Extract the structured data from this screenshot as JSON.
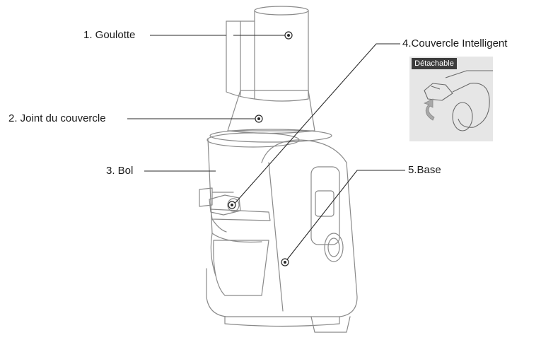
{
  "labels": {
    "goulotte": "1. Goulotte",
    "joint": "2. Joint du couvercle",
    "bol": "3. Bol",
    "couvercle": "4.Couvercle Intelligent",
    "base": "5.Base"
  },
  "inset": {
    "tag": "Détachable"
  },
  "colors": {
    "outline": "#8a8a8a",
    "leader": "#2a2a2a",
    "inset_bg": "#e6e6e6",
    "tag_bg": "#3c3c3c",
    "arrow": "#a8a8a8"
  }
}
